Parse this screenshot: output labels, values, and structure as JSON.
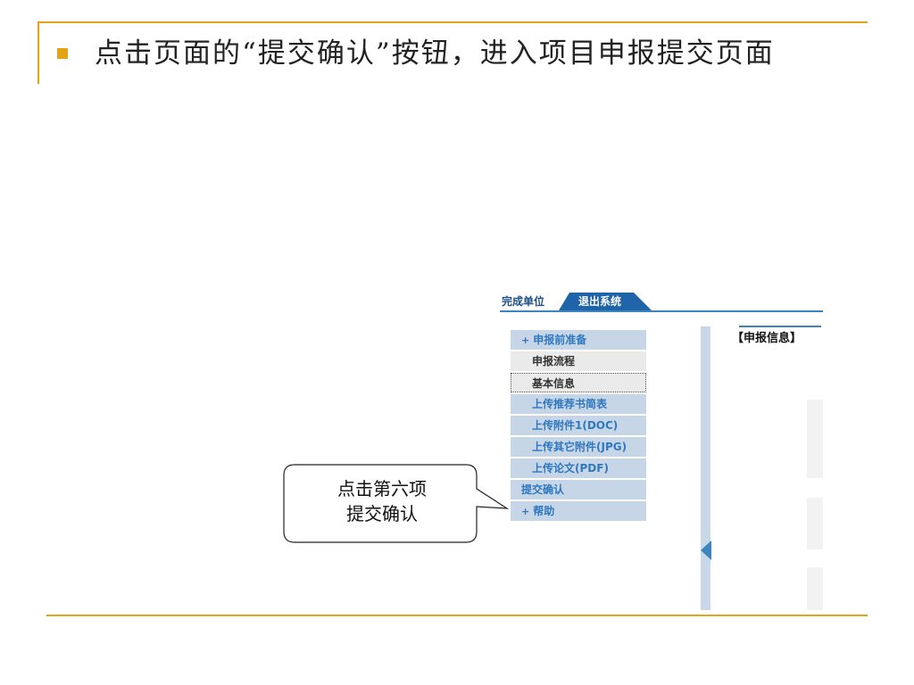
{
  "slide": {
    "title": "点击页面的“提交确认”按钮，进入项目申报提交页面",
    "accent_color": "#e3a417"
  },
  "tabs": {
    "complete_unit": "完成单位",
    "exit_system": "退出系统"
  },
  "sidebar": {
    "header": {
      "prefix": "+",
      "label": "申报前准备"
    },
    "items": [
      {
        "label": "申报流程",
        "style": "gray"
      },
      {
        "label": "基本信息",
        "style": "selected"
      },
      {
        "label": "上传推荐书简表",
        "style": "blue"
      },
      {
        "label": "上传附件1(DOC)",
        "style": "blue"
      },
      {
        "label": "上传其它附件(JPG)",
        "style": "blue"
      },
      {
        "label": "上传论文(PDF)",
        "style": "blue"
      },
      {
        "label": "提交确认",
        "style": "blue-left"
      }
    ],
    "help": {
      "prefix": "+",
      "label": "帮助"
    }
  },
  "main": {
    "info_header": "【申报信息】"
  },
  "callout": {
    "line1": "点击第六项",
    "line2": "提交确认"
  }
}
